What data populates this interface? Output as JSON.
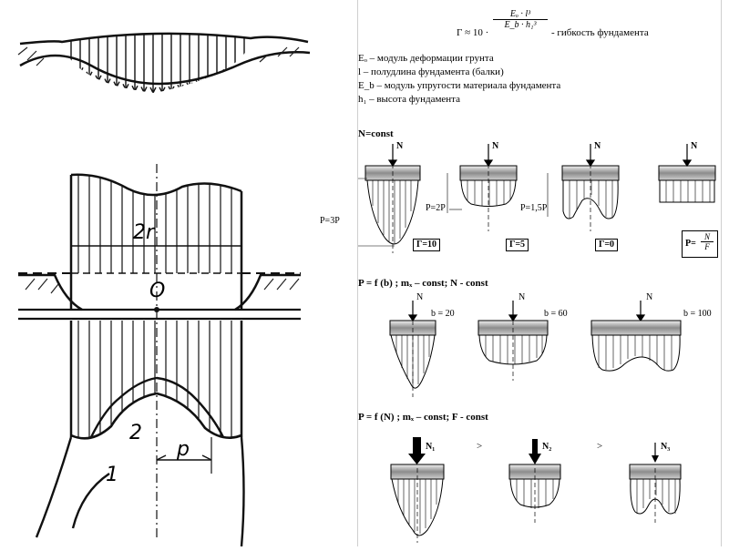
{
  "left": {
    "label_2r": "2r",
    "label_o": "O",
    "label_2": "2",
    "label_p": "p",
    "label_1": "1"
  },
  "formula": {
    "lhs": "Г ≈ 10 ·",
    "numerator": "Eₒ · l³",
    "denominator": "E_b · h₁³",
    "caption": "- гибкость фундамента"
  },
  "legend": [
    "Eₒ – модуль деформации грунта",
    "l – полудлина фундамента (балки)",
    "E_b – модуль упругости материала фундамента",
    "h₁ – высота фундамента"
  ],
  "section1": {
    "title": "N=const",
    "force": "N",
    "p_labels": [
      "P=3P",
      "P=2P",
      "P=1,5P"
    ],
    "gamma_labels": [
      "Г=10",
      "Г=5",
      "Г=0"
    ],
    "p_frac_lhs": "P=",
    "p_frac_num": "N",
    "p_frac_den": "F"
  },
  "section2": {
    "title": "P = f (b)  ;  mₓ – const;  N - const",
    "force": "N",
    "b_labels": [
      "b = 20",
      "b = 60",
      "b = 100"
    ]
  },
  "section3": {
    "title": "P = f (N)  ;  mₓ – const;  F - const",
    "forces": [
      "N₁",
      "N₂",
      "N₃"
    ],
    "comparators": [
      ">",
      ">"
    ]
  }
}
